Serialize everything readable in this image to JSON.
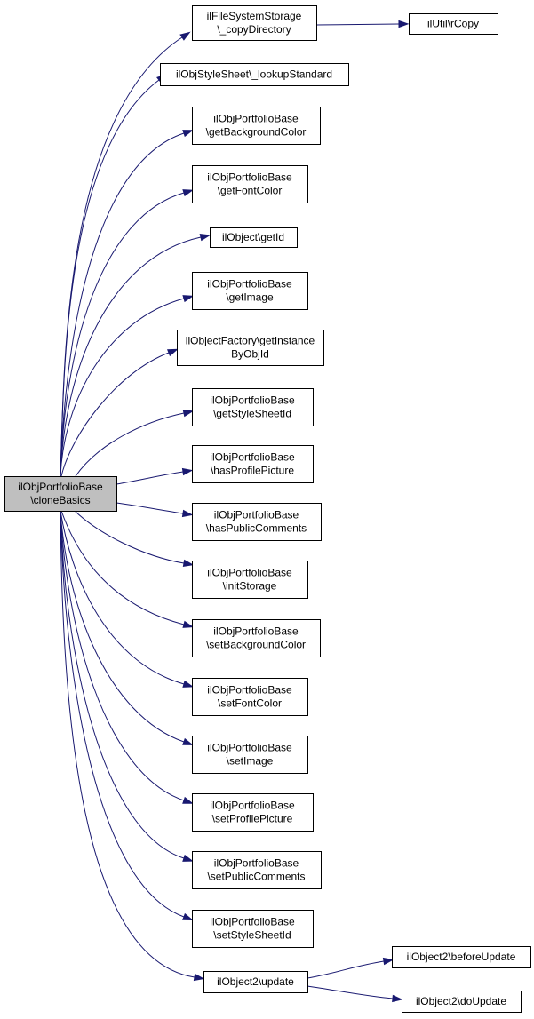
{
  "graph": {
    "colors": {
      "edge": "#191970",
      "root_fill": "#bfbfbf",
      "node_fill": "#ffffff",
      "border": "#000000"
    },
    "nodes": {
      "root": {
        "lines": [
          "ilObjPortfolioBase",
          "\\cloneBasics"
        ]
      },
      "fs_copy": {
        "lines": [
          "ilFileSystemStorage",
          "\\_copyDirectory"
        ]
      },
      "util_rcopy": {
        "lines": [
          "ilUtil\\rCopy"
        ]
      },
      "stylesheet_lookup": {
        "lines": [
          "ilObjStyleSheet\\_lookupStandard"
        ]
      },
      "get_bg_color": {
        "lines": [
          "ilObjPortfolioBase",
          "\\getBackgroundColor"
        ]
      },
      "get_font_color": {
        "lines": [
          "ilObjPortfolioBase",
          "\\getFontColor"
        ]
      },
      "object_get_id": {
        "lines": [
          "ilObject\\getId"
        ]
      },
      "get_image": {
        "lines": [
          "ilObjPortfolioBase",
          "\\getImage"
        ]
      },
      "factory_get_instance": {
        "lines": [
          "ilObjectFactory\\getInstance",
          "ByObjId"
        ]
      },
      "get_stylesheet_id": {
        "lines": [
          "ilObjPortfolioBase",
          "\\getStyleSheetId"
        ]
      },
      "has_profile_picture": {
        "lines": [
          "ilObjPortfolioBase",
          "\\hasProfilePicture"
        ]
      },
      "has_public_comments": {
        "lines": [
          "ilObjPortfolioBase",
          "\\hasPublicComments"
        ]
      },
      "init_storage": {
        "lines": [
          "ilObjPortfolioBase",
          "\\initStorage"
        ]
      },
      "set_bg_color": {
        "lines": [
          "ilObjPortfolioBase",
          "\\setBackgroundColor"
        ]
      },
      "set_font_color": {
        "lines": [
          "ilObjPortfolioBase",
          "\\setFontColor"
        ]
      },
      "set_image": {
        "lines": [
          "ilObjPortfolioBase",
          "\\setImage"
        ]
      },
      "set_profile_picture": {
        "lines": [
          "ilObjPortfolioBase",
          "\\setProfilePicture"
        ]
      },
      "set_public_comments": {
        "lines": [
          "ilObjPortfolioBase",
          "\\setPublicComments"
        ]
      },
      "set_stylesheet_id": {
        "lines": [
          "ilObjPortfolioBase",
          "\\setStyleSheetId"
        ]
      },
      "object2_update": {
        "lines": [
          "ilObject2\\update"
        ]
      },
      "object2_before_update": {
        "lines": [
          "ilObject2\\beforeUpdate"
        ]
      },
      "object2_do_update": {
        "lines": [
          "ilObject2\\doUpdate"
        ]
      }
    },
    "edges": [
      [
        "root",
        "fs_copy"
      ],
      [
        "fs_copy",
        "util_rcopy"
      ],
      [
        "root",
        "stylesheet_lookup"
      ],
      [
        "root",
        "get_bg_color"
      ],
      [
        "root",
        "get_font_color"
      ],
      [
        "root",
        "object_get_id"
      ],
      [
        "root",
        "get_image"
      ],
      [
        "root",
        "factory_get_instance"
      ],
      [
        "root",
        "get_stylesheet_id"
      ],
      [
        "root",
        "has_profile_picture"
      ],
      [
        "root",
        "has_public_comments"
      ],
      [
        "root",
        "init_storage"
      ],
      [
        "root",
        "set_bg_color"
      ],
      [
        "root",
        "set_font_color"
      ],
      [
        "root",
        "set_image"
      ],
      [
        "root",
        "set_profile_picture"
      ],
      [
        "root",
        "set_public_comments"
      ],
      [
        "root",
        "set_stylesheet_id"
      ],
      [
        "root",
        "object2_update"
      ],
      [
        "object2_update",
        "object2_before_update"
      ],
      [
        "object2_update",
        "object2_do_update"
      ]
    ]
  }
}
